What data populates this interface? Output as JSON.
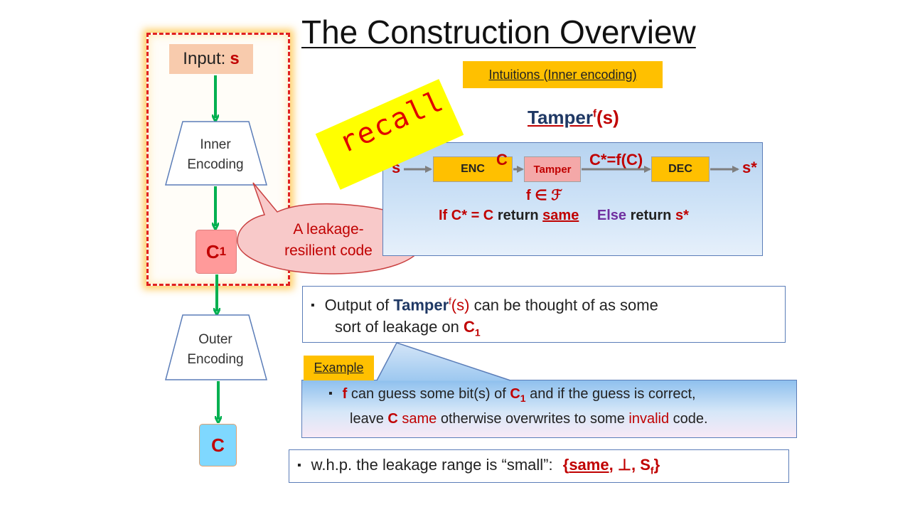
{
  "slide": {
    "title": "The Construction Overview"
  },
  "pipeline": {
    "input_label": "Input:",
    "input_var": "s",
    "inner_line1": "Inner",
    "inner_line2": "Encoding",
    "c1_base": "C",
    "c1_sub": "1",
    "outer_line1": "Outer",
    "outer_line2": "Encoding",
    "c_label": "C",
    "callout_line1": "A leakage-",
    "callout_line2": "resilient code"
  },
  "intuitions": {
    "badge": "Intuitions (Inner encoding)",
    "recall": "recall",
    "tamper_word": "Tamper",
    "tamper_sup": "f",
    "tamper_arg": "(s)",
    "flow": {
      "s_in": "s",
      "enc": "ENC",
      "c": "C",
      "tamper": "Tamper",
      "c_star": "C*=f(C)",
      "dec": "DEC",
      "s_out": "s*",
      "f_in_F": "f ∈ ℱ",
      "if_text": "If C*",
      "eq_c": "= C",
      "return1": "return",
      "same": "same",
      "else_text": "Else",
      "return2": "return",
      "s_star": "s*"
    }
  },
  "output_box": {
    "bullet": "▪",
    "p1": "Output of",
    "tamper": "Tamper",
    "sup": "f",
    "arg": "(s)",
    "p2": "can be thought of as some",
    "p3": "sort of leakage on",
    "c": "C",
    "sub": "1"
  },
  "example": {
    "badge": "Example",
    "bullet": "▪",
    "f": "f",
    "p1": "can guess some bit(s) of",
    "c1": "C",
    "c1_sub": "1",
    "p2": "and if the guess is correct,",
    "p3": "leave",
    "c": "C",
    "same": "same",
    "p4": "otherwise overwrites to some",
    "invalid": "invalid",
    "p5": "code."
  },
  "whp": {
    "bullet": "▪",
    "text": "w.h.p. the leakage range is “small”:",
    "brace_open": "{",
    "same": "same",
    "sep": ", ⊥, ",
    "s": "S",
    "s_sub": "f",
    "brace_close": "}"
  },
  "colors": {
    "accent_red": "#c00000",
    "orange": "#ffc000",
    "arrow_green": "#00b050",
    "navy": "#1f3864"
  }
}
